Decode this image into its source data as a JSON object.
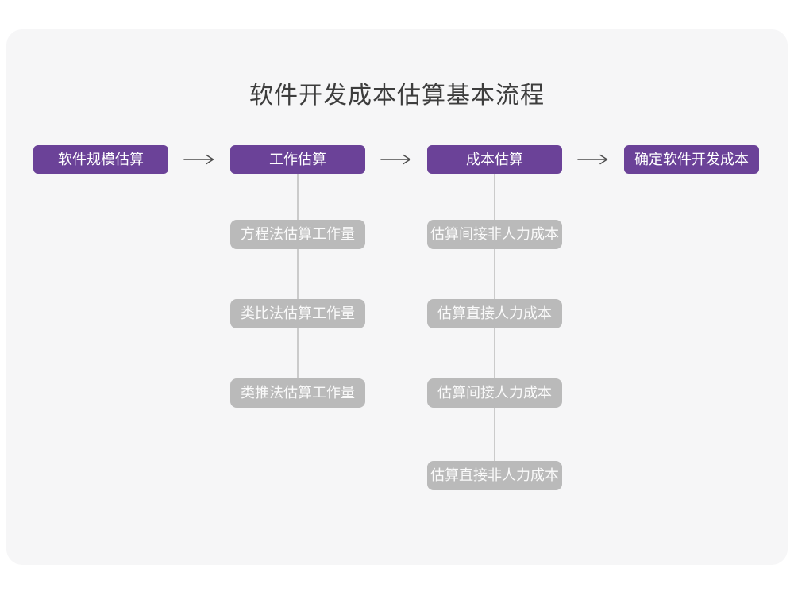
{
  "title": "软件开发成本估算基本流程",
  "colors": {
    "accent": "#6B4298",
    "accent_text": "#FFFFFF",
    "sub_box": "#BABABA",
    "sub_text": "#FAFAFA",
    "card_bg": "#F6F6F7",
    "page_bg": "#FFFFFF",
    "title_text": "#3D3D3D",
    "arrow": "#4D4D4D",
    "connector": "#CBCBCB"
  },
  "icons": {
    "arrow_right": "⟶"
  },
  "flow": {
    "steps": [
      {
        "label": "软件规模估算",
        "sub_steps": []
      },
      {
        "label": "工作估算",
        "sub_steps": [
          "方程法估算工作量",
          "类比法估算工作量",
          "类推法估算工作量"
        ]
      },
      {
        "label": "成本估算",
        "sub_steps": [
          "估算间接非人力成本",
          "估算直接人力成本",
          "估算间接人力成本",
          "估算直接非人力成本"
        ]
      },
      {
        "label": "确定软件开发成本",
        "sub_steps": []
      }
    ]
  }
}
